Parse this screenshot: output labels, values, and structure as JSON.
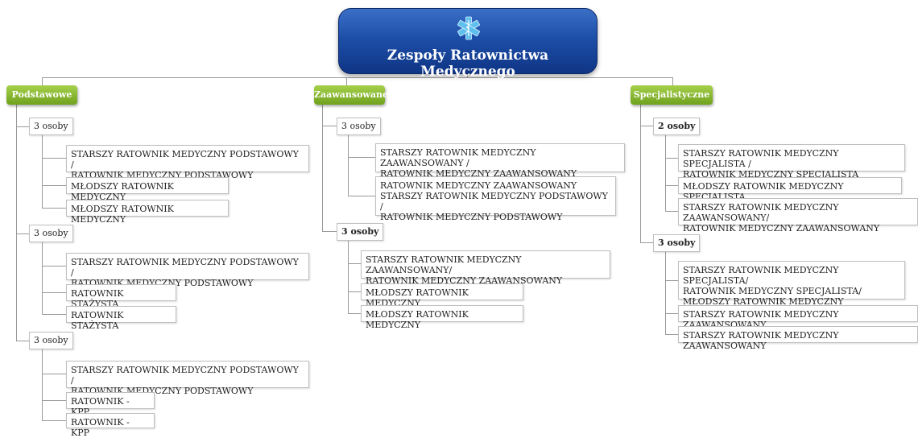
{
  "root": {
    "title": "Zespoły Ratownictwa Medycznego",
    "icon": "star-of-life-icon"
  },
  "colors": {
    "root": "#1d4fa8",
    "category": "#8dbb33",
    "line": "#9a9a9a"
  },
  "categories": [
    {
      "label": "Podstawowe",
      "groups": [
        {
          "label": "3 osoby",
          "members": [
            "STARSZY RATOWNIK MEDYCZNY PODSTAWOWY /\nRATOWNIK MEDYCZNY PODSTAWOWY",
            "MŁODSZY RATOWNIK MEDYCZNY",
            "MŁODSZY RATOWNIK MEDYCZNY"
          ]
        },
        {
          "label": "3 osoby",
          "members": [
            "STARSZY RATOWNIK MEDYCZNY PODSTAWOWY /\nRATOWNIK MEDYCZNY PODSTAWOWY",
            "RATOWNIK STAŻYSTA",
            "RATOWNIK STAŻYSTA"
          ]
        },
        {
          "label": "3 osoby",
          "members": [
            "STARSZY RATOWNIK MEDYCZNY PODSTAWOWY /\nRATOWNIK MEDYCZNY PODSTAWOWY",
            "RATOWNIK - KPP",
            "RATOWNIK - KPP"
          ]
        }
      ]
    },
    {
      "label": "Zaawansowane",
      "groups": [
        {
          "label": "3 osoby",
          "members": [
            "STARSZY  RATOWNIK MEDYCZNY ZAAWANSOWANY /\nRATOWNIK MEDYCZNY ZAAWANSOWANY",
            "RATOWNIK MEDYCZNY ZAAWANSOWANY\nSTARSZY  RATOWNIK MEDYCZNY PODSTAWOWY /\nRATOWNIK MEDYCZNY PODSTAWOWY"
          ]
        },
        {
          "label": "3 osoby",
          "members": [
            " STARSZY RATOWNIK MEDYCZNY ZAAWANSOWANY/\nRATOWNIK MEDYCZNY ZAAWANSOWANY",
            "MŁODSZY RATOWNIK MEDYCZNY",
            "MŁODSZY RATOWNIK MEDYCZNY"
          ]
        }
      ]
    },
    {
      "label": "Specjalistyczne",
      "groups": [
        {
          "label": "2 osoby",
          "members": [
            "STARSZY  RATOWNIK MEDYCZNY SPECJALISTA /\nRATOWNIK MEDYCZNY SPECJALISTA",
            "MŁODSZY RATOWNIK MEDYCZNY SPECJALISTA",
            " STARSZY RATOWNIK MEDYCZNY ZAAWANSOWANY/\nRATOWNIK MEDYCZNY ZAAWANSOWANY"
          ]
        },
        {
          "label": "3 osoby",
          "members": [
            "STARSZY RATOWNIK MEDYCZNY SPECJALISTA/\nRATOWNIK MEDYCZNY SPECJALISTA/\nMŁODSZY RATOWNIK MEDYCZNY SPECJALISTA",
            "STARSZY RATOWNIK MEDYCZNY ZAAWANSOWANY",
            "STARSZY RATOWNIK MEDYCZNY ZAAWANSOWANY"
          ]
        }
      ]
    }
  ]
}
